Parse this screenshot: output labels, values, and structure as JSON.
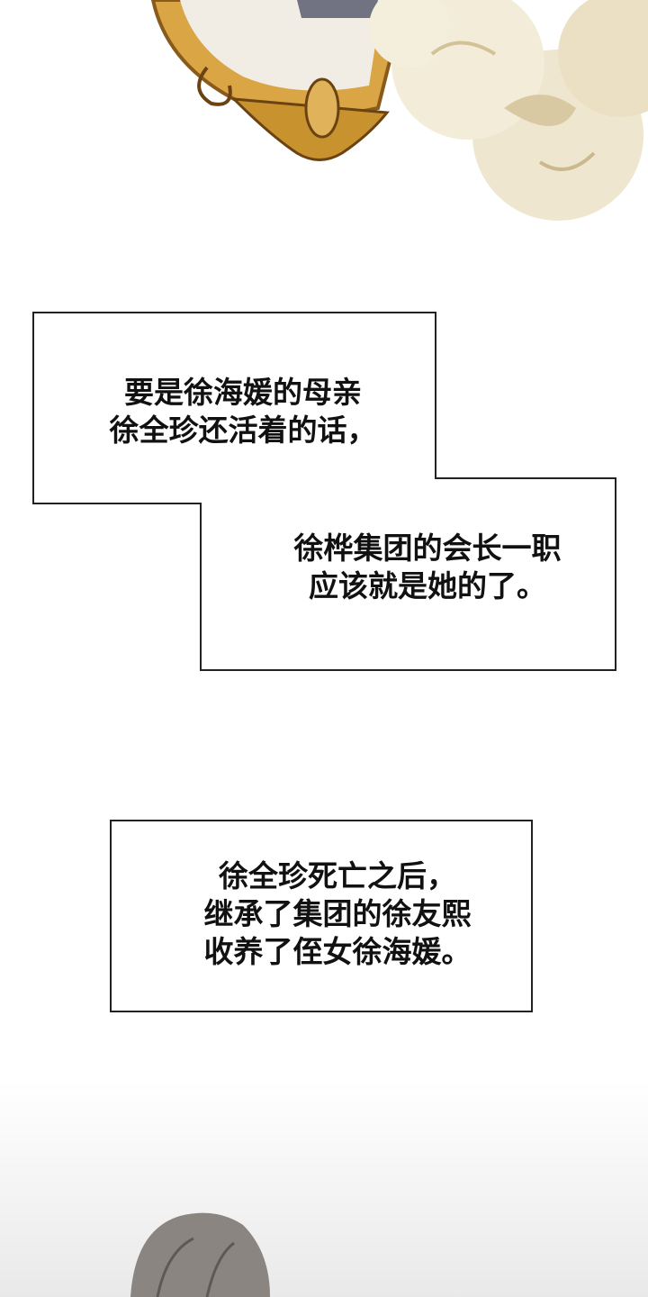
{
  "captions": [
    {
      "lines": [
        "要是徐海媛的母亲",
        "徐全珍还活着的话，"
      ]
    },
    {
      "lines": [
        "徐桦集团的会长一职",
        "应该就是她的了。"
      ]
    },
    {
      "lines": [
        "徐全珍死亡之后，",
        "继承了集团的徐友熙",
        "收养了侄女徐海媛。"
      ]
    }
  ],
  "colors": {
    "frame_gold": "#c8922e",
    "flower": "#efe6cf",
    "hair": "#8a8580"
  }
}
